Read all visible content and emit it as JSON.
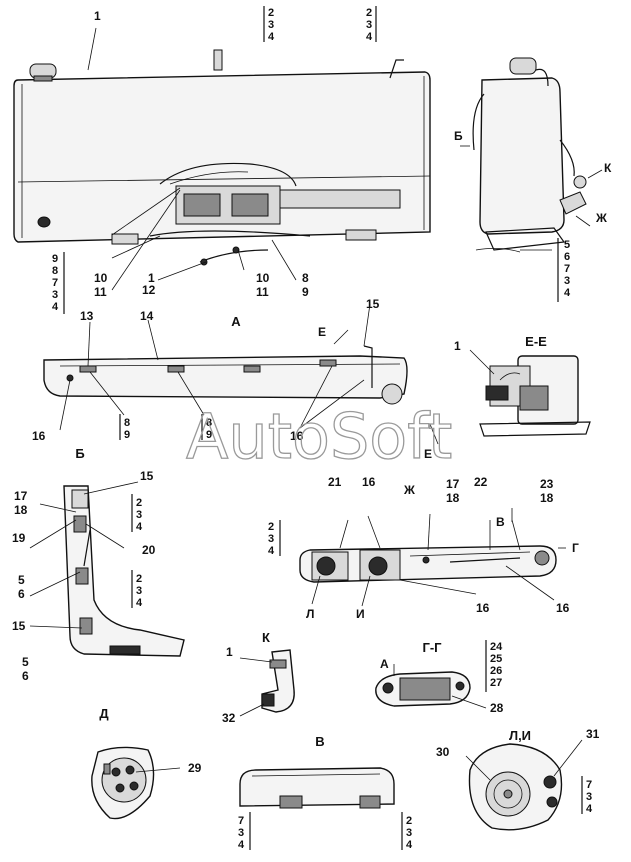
{
  "watermark": "AutoSoft",
  "views": {
    "A": "А",
    "B": "Б",
    "EE": "Е-Е",
    "D": "Д",
    "K": "К",
    "GG": "Г-Г",
    "V": "В",
    "LI": "Л,И"
  },
  "arrows": {
    "B_side": "Б",
    "K_side": "К",
    "ZH_side": "Ж",
    "E_top": "Е",
    "E_bottom": "Е",
    "ZH_top": "Ж",
    "V_top": "В",
    "G_side": "Г",
    "A_gg": "А",
    "L": "Л",
    "I": "И"
  },
  "callouts": {
    "c1a": "1",
    "c1b": "1",
    "c1c": "1",
    "c1d": "1",
    "c12": "12",
    "c13": "13",
    "c14": "14",
    "c15a": "15",
    "c15b": "15",
    "c15c": "15",
    "c16a": "16",
    "c16b": "16",
    "c16c": "16",
    "c16d": "16",
    "c16e": "16",
    "c17a": "17",
    "c18a": "18",
    "c17b": "17",
    "c18b": "18",
    "c19": "19",
    "c20": "20",
    "c21": "21",
    "c22": "22",
    "c23": "23",
    "c18c": "18",
    "c28": "28",
    "c29": "29",
    "c30": "30",
    "c31": "31",
    "c32": "32",
    "c56a": "5",
    "c56b": "6",
    "c56c": "5",
    "c56d": "6",
    "c10a": "10",
    "c11a": "11",
    "c10b": "10",
    "c11b": "11",
    "c89a": "8",
    "c89b": "9"
  },
  "stacks": {
    "s234_top1": [
      "2",
      "3",
      "4"
    ],
    "s234_top2": [
      "2",
      "3",
      "4"
    ],
    "s56734_right": [
      "5",
      "6",
      "7",
      "3",
      "4"
    ],
    "s98734_left": [
      "9",
      "8",
      "7",
      "3",
      "4"
    ],
    "s89_b1": [
      "8",
      "9"
    ],
    "s89_b2": [
      "8",
      "9"
    ],
    "s234_d1": [
      "2",
      "3",
      "4"
    ],
    "s234_d2": [
      "2",
      "3",
      "4"
    ],
    "s234_zh": [
      "2",
      "3",
      "4"
    ],
    "s2425": [
      "24",
      "25",
      "26",
      "27"
    ],
    "s734_v": [
      "7",
      "3",
      "4"
    ],
    "s234_v": [
      "2",
      "3",
      "4"
    ],
    "s734_li": [
      "7",
      "3",
      "4"
    ]
  }
}
